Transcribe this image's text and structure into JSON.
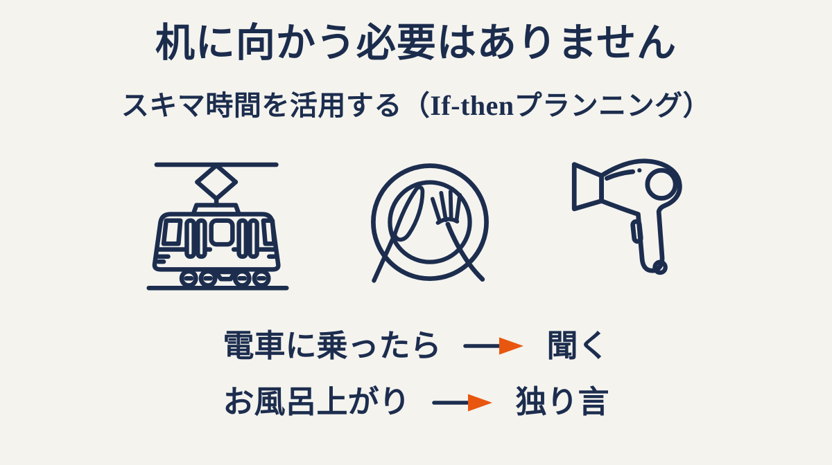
{
  "slide": {
    "title": "机に向かう必要はありません",
    "subtitle": "スキマ時間を活用する（If-thenプランニング）",
    "icons": [
      {
        "name": "tram-icon"
      },
      {
        "name": "meal-plate-icon"
      },
      {
        "name": "hair-dryer-icon"
      }
    ],
    "rules": [
      {
        "condition": "電車に乗ったら",
        "action": "聞く"
      },
      {
        "condition": "お風呂上がり",
        "action": "独り言"
      }
    ],
    "colors": {
      "background": "#f4f3ee",
      "ink_navy": "#1c2d4e",
      "arrow_orange": "#e8560f"
    }
  }
}
